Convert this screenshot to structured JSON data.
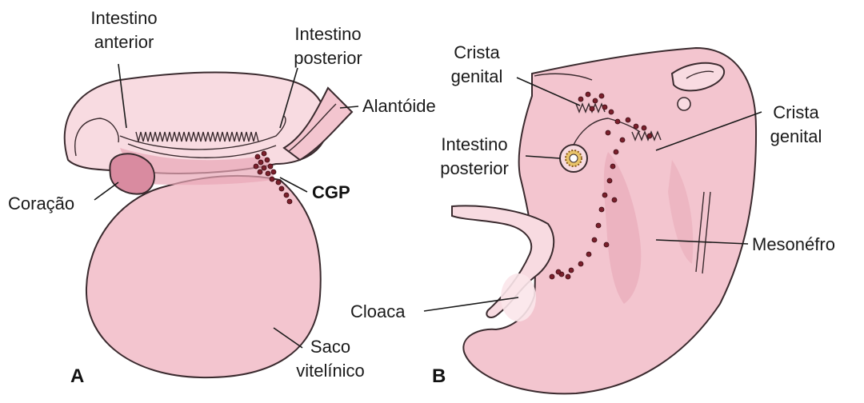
{
  "panels": {
    "a": "A",
    "b": "B"
  },
  "labels_a": {
    "intestino_anterior_1": "Intestino",
    "intestino_anterior_2": "anterior",
    "intestino_posterior_1": "Intestino",
    "intestino_posterior_2": "posterior",
    "alantoide": "Alantóide",
    "cgp": "CGP",
    "coracao": "Coração",
    "saco_1": "Saco",
    "saco_2": "vitelínico"
  },
  "labels_b": {
    "crista_left_1": "Crista",
    "crista_left_2": "genital",
    "crista_right_1": "Crista",
    "crista_right_2": "genital",
    "intestino_posterior_1": "Intestino",
    "intestino_posterior_2": "posterior",
    "mesonefro": "Mesonéfro",
    "cloaca": "Cloaca"
  },
  "colors": {
    "tissue": "#f3c5cf",
    "tissue_dark": "#e8a7b6",
    "tissue_light": "#f8dbe1",
    "heart": "#d98ba0",
    "cells": "#7a1f2b",
    "outline": "#3a2a2e"
  }
}
